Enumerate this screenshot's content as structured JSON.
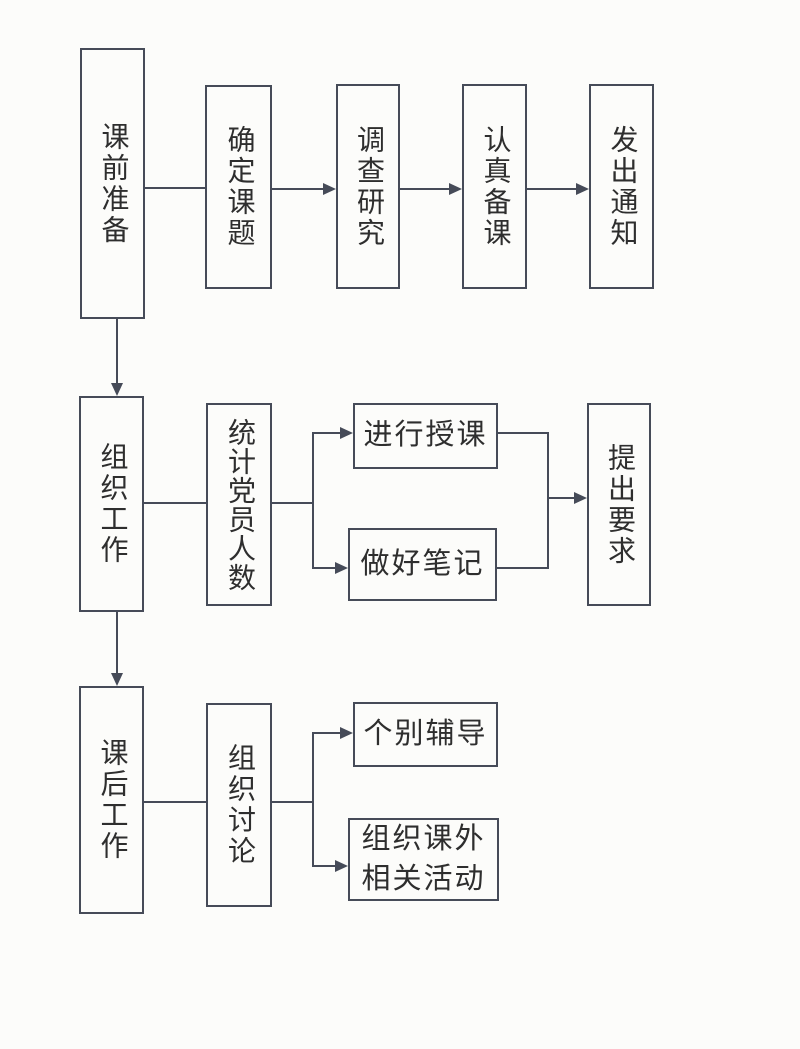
{
  "diagram": {
    "colors": {
      "line": "#464b58",
      "text": "#2e2e2e",
      "background": "#fcfcfa"
    },
    "nodes": {
      "pre_class_prep": {
        "label": "课前准备"
      },
      "determine_topic": {
        "label": "确定课题"
      },
      "investigate_research": {
        "label": "调查研究"
      },
      "careful_lesson_prep": {
        "label": "认真备课"
      },
      "issue_notice": {
        "label": "发出通知"
      },
      "organization_work": {
        "label": "组织工作"
      },
      "count_party_members": {
        "label": "统计党员人数"
      },
      "conduct_teaching": {
        "label": "进行授课"
      },
      "take_notes": {
        "label": "做好笔记"
      },
      "raise_requirements": {
        "label": "提出要求"
      },
      "after_class_work": {
        "label": "课后工作"
      },
      "organize_discussion": {
        "label": "组织讨论"
      },
      "individual_tutoring": {
        "label": "个别辅导"
      },
      "extracurricular": {
        "label": "组织课外\n相关活动"
      }
    },
    "edges": [
      {
        "from": "课前准备",
        "to": "确定课题",
        "arrow": false
      },
      {
        "from": "确定课题",
        "to": "调查研究",
        "arrow": true
      },
      {
        "from": "调查研究",
        "to": "认真备课",
        "arrow": true
      },
      {
        "from": "认真备课",
        "to": "发出通知",
        "arrow": true
      },
      {
        "from": "课前准备",
        "to": "组织工作",
        "arrow": true
      },
      {
        "from": "组织工作",
        "to": "统计党员人数",
        "arrow": false
      },
      {
        "from": "统计党员人数",
        "to": "进行授课",
        "arrow": true
      },
      {
        "from": "统计党员人数",
        "to": "做好笔记",
        "arrow": true
      },
      {
        "from": "进行授课",
        "to": "提出要求",
        "arrow": true,
        "merged": true
      },
      {
        "from": "做好笔记",
        "to": "提出要求",
        "arrow": true,
        "merged": true
      },
      {
        "from": "组织工作",
        "to": "课后工作",
        "arrow": true
      },
      {
        "from": "课后工作",
        "to": "组织讨论",
        "arrow": false
      },
      {
        "from": "组织讨论",
        "to": "个别辅导",
        "arrow": true
      },
      {
        "from": "组织讨论",
        "to": "组织课外相关活动",
        "arrow": true
      }
    ]
  }
}
